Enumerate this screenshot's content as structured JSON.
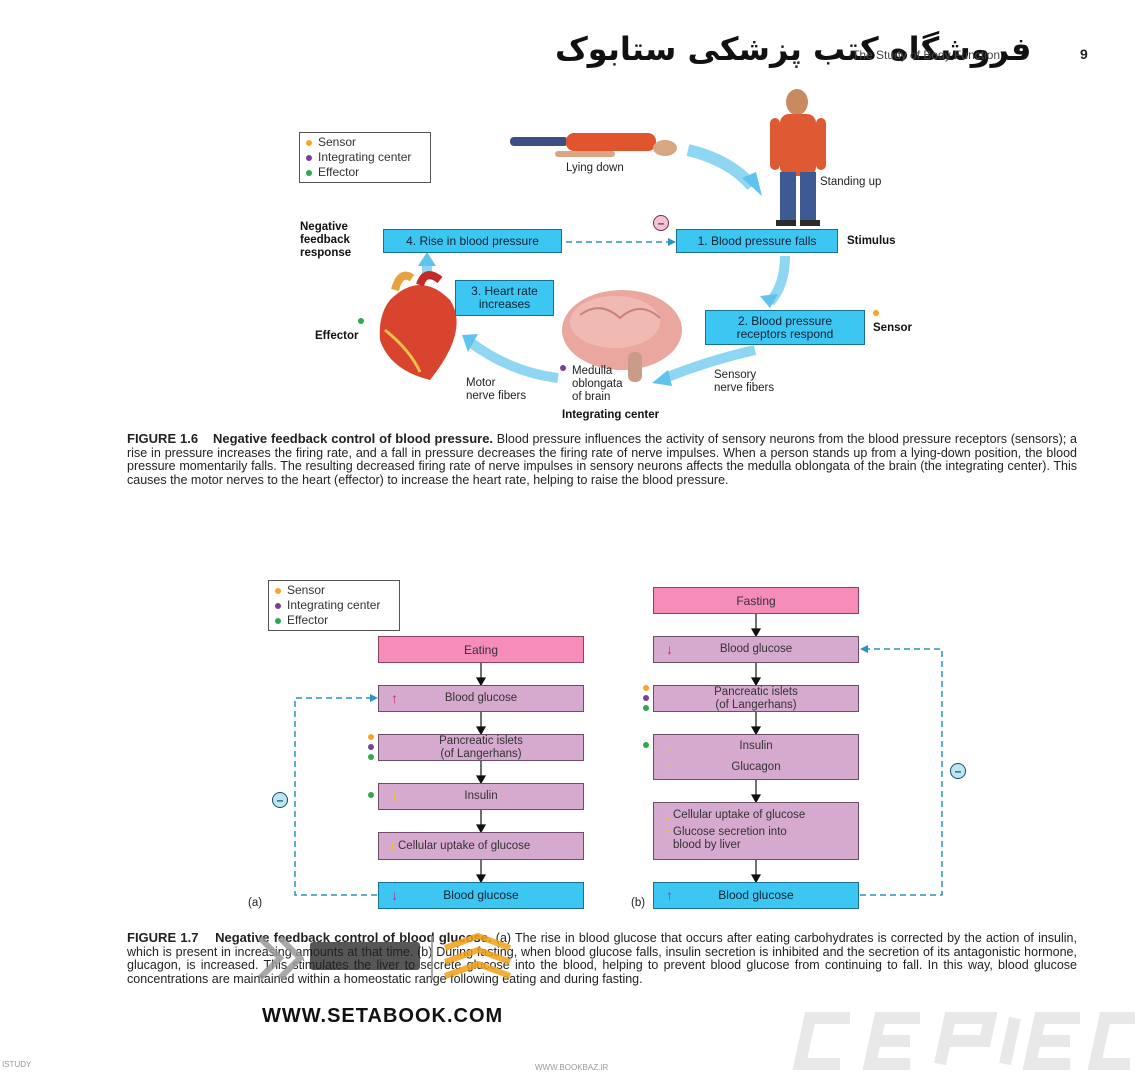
{
  "header": {
    "persian_title": "فروشگاه کتب پزشکی ستابوک",
    "chapter_title": "The Study of Body Function",
    "page_number": "9"
  },
  "legend": {
    "sensor": "Sensor",
    "integrating": "Integrating center",
    "effector": "Effector",
    "colors": {
      "sensor": "#f5a623",
      "integrating": "#7b3f9a",
      "effector": "#2fa84f"
    }
  },
  "fig16": {
    "lying_down": "Lying down",
    "standing_up": "Standing up",
    "neg_feedback": "Negative\nfeedback\nresponse",
    "box4": "4. Rise in blood pressure",
    "box1": "1. Blood pressure falls",
    "stimulus": "Stimulus",
    "box3": "3. Heart rate\nincreases",
    "box2": "2. Blood pressure\nreceptors respond",
    "sensor": "Sensor",
    "effector": "Effector",
    "motor": "Motor\nnerve fibers",
    "medulla": "Medulla\noblongata\nof brain",
    "sensory": "Sensory\nnerve fibers",
    "integrating_center": "Integrating center",
    "minus": "–",
    "caption_label": "FIGURE 1.6",
    "caption_title": "Negative feedback control of blood pressure.",
    "caption_text": "Blood pressure influences the activity of sensory neurons from the blood pressure receptors (sensors); a rise in pressure increases the firing rate, and a fall in pressure decreases the firing rate of nerve impulses. When a person stands up from a lying-down position, the blood pressure momentarily falls. The resulting decreased firing rate of nerve impulses in sensory neurons affects the medulla oblongata of the brain (the integrating center). This causes the motor nerves to the heart (effector) to increase the heart rate, helping to raise the blood pressure."
  },
  "fig17": {
    "a": {
      "label": "(a)",
      "eating": "Eating",
      "blood_glucose_up": "Blood glucose",
      "islets": "Pancreatic islets\n(of Langerhans)",
      "insulin": "Insulin",
      "uptake": "Cellular uptake of glucose",
      "blood_glucose_down": "Blood glucose"
    },
    "b": {
      "label": "(b)",
      "fasting": "Fasting",
      "blood_glucose_down": "Blood glucose",
      "islets": "Pancreatic islets\n(of Langerhans)",
      "insulin": "Insulin",
      "glucagon": "Glucagon",
      "uptake": "Cellular uptake of glucose",
      "secretion": "Glucose secretion into\nblood by liver",
      "blood_glucose_up": "Blood glucose"
    },
    "arrow_up": "↑",
    "arrow_down": "↓",
    "minus": "–",
    "caption_label": "FIGURE 1.7",
    "caption_title": "Negative feedback control of blood glucose.",
    "caption_text_1": "(a) The rise in blood glucose that occurs after eating carbohydrates is corrected by the action of insulin, which is present in increasing amounts at that time. (b) During fasting, when blood glucose falls, insulin secretion is inhibited and the secretion of its antagonistic hormone, glucagon, is increased. This stimulates the liver to secrete glucose into the blood, helping to prevent blood glucose from continuing to fall. In this way, blood glucose concentrations are maintained within a homeostatic range following eating and during fasting."
  },
  "watermark": {
    "url": "WWW.SETABOOK.COM",
    "footer_left": "ISTUDY",
    "footer_center": "WWW.BOOKBAZ.IR"
  }
}
